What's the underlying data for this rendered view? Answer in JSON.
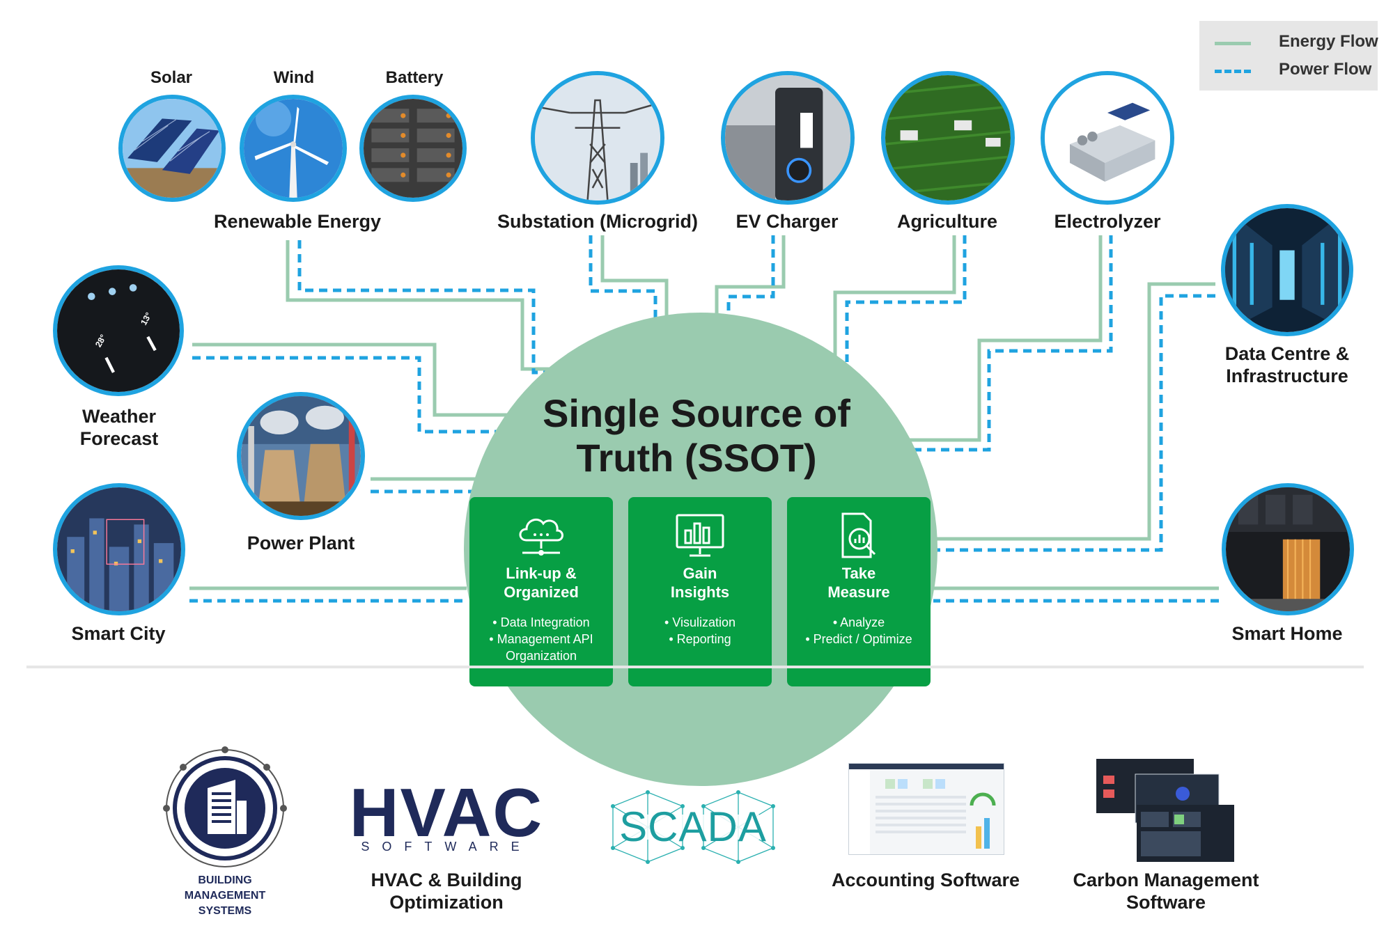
{
  "legend": {
    "energy_flow": "Energy Flow",
    "power_flow": "Power Flow",
    "energy_color": "#9acbaf",
    "power_color": "#1fa3e0"
  },
  "colors": {
    "circle_border": "#1fa3e0",
    "hub_fill": "#9acbaf",
    "card_fill": "#079f44"
  },
  "renewable": {
    "solar": "Solar",
    "wind": "Wind",
    "battery": "Battery",
    "label": "Renewable Energy"
  },
  "nodes": {
    "substation": "Substation (Microgrid)",
    "ev_charger": "EV Charger",
    "agriculture": "Agriculture",
    "electrolyzer": "Electrolyzer",
    "weather": "Weather Forecast",
    "power_plant": "Power Plant",
    "smart_city": "Smart City",
    "data_centre": "Data Centre & Infrastructure",
    "smart_home": "Smart Home"
  },
  "ssot": {
    "title": "Single Source of Truth (SSOT)",
    "cards": [
      {
        "title": "Link-up &\nOrganized",
        "icon": "cloud-network-icon",
        "items": [
          "• Data Integration",
          "• Management API",
          "Organization"
        ]
      },
      {
        "title": "Gain\nInsights",
        "icon": "monitor-chart-icon",
        "items": [
          "• Visulization",
          "• Reporting"
        ]
      },
      {
        "title": "Take\nMeasure",
        "icon": "document-analysis-icon",
        "items": [
          "• Analyze",
          "• Predict / Optimize"
        ]
      }
    ]
  },
  "software": {
    "bms_logo_text": [
      "BUILDING",
      "MANAGEMENT",
      "SYSTEMS"
    ],
    "hvac_logo_main": "HVAC",
    "hvac_logo_sub": "SOFTWARE",
    "hvac_label": "HVAC & Building Optimization",
    "scada_logo": "SCADA",
    "accounting_label": "Accounting Software",
    "carbon_label": "Carbon Management Software"
  }
}
